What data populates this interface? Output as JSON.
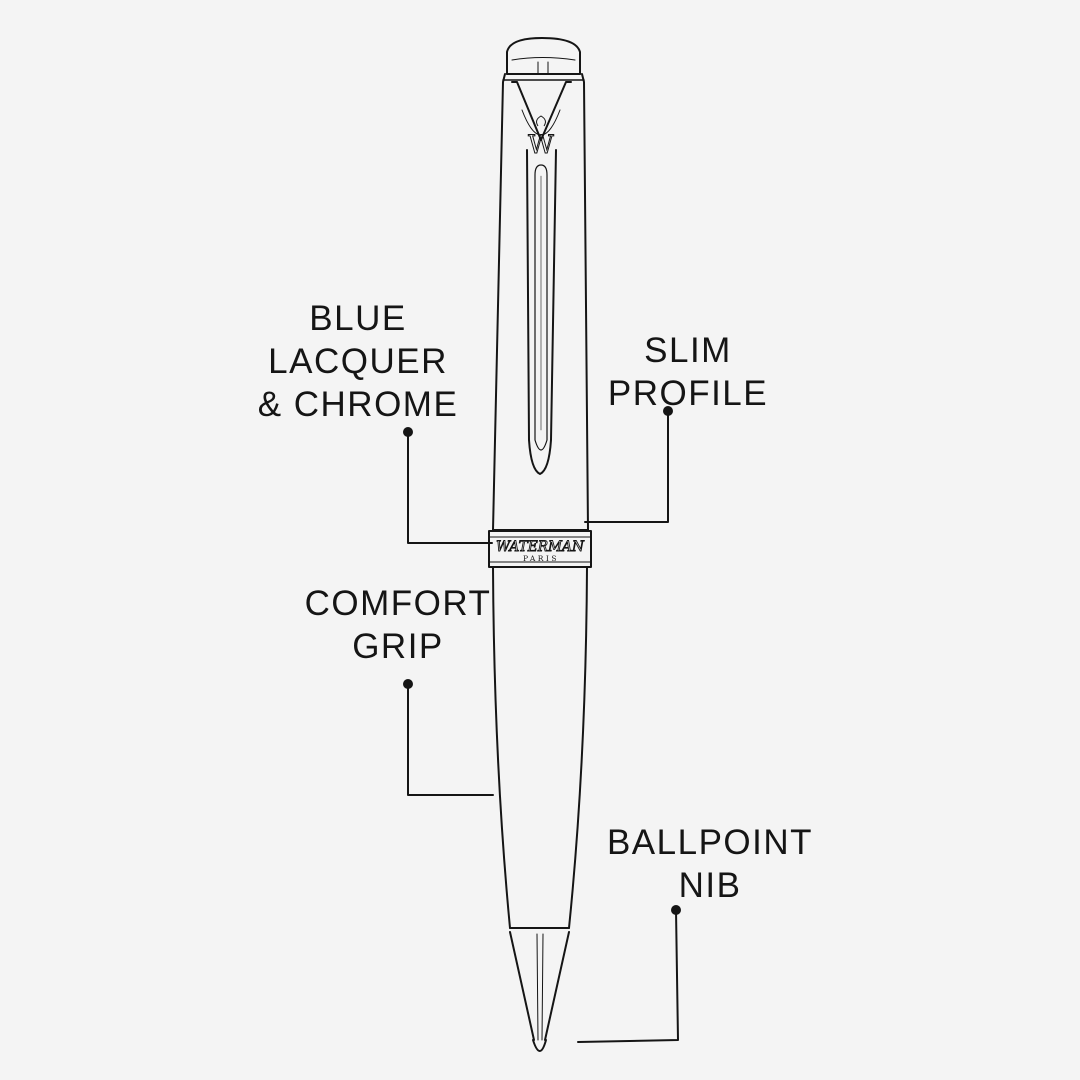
{
  "background_color": "#f4f4f4",
  "line_color": "#151515",
  "pen": {
    "brand_mark": "WATERMAN",
    "brand_sub": "PARIS",
    "cap_monogram": "W"
  },
  "callouts": [
    {
      "id": "blue",
      "lines": [
        "BLUE",
        "LACQUER",
        "& CHROME"
      ]
    },
    {
      "id": "slim",
      "lines": [
        "SLIM",
        "PROFILE"
      ]
    },
    {
      "id": "comfort",
      "lines": [
        "COMFORT",
        "GRIP"
      ]
    },
    {
      "id": "nib",
      "lines": [
        "BALLPOINT",
        "NIB"
      ]
    }
  ]
}
